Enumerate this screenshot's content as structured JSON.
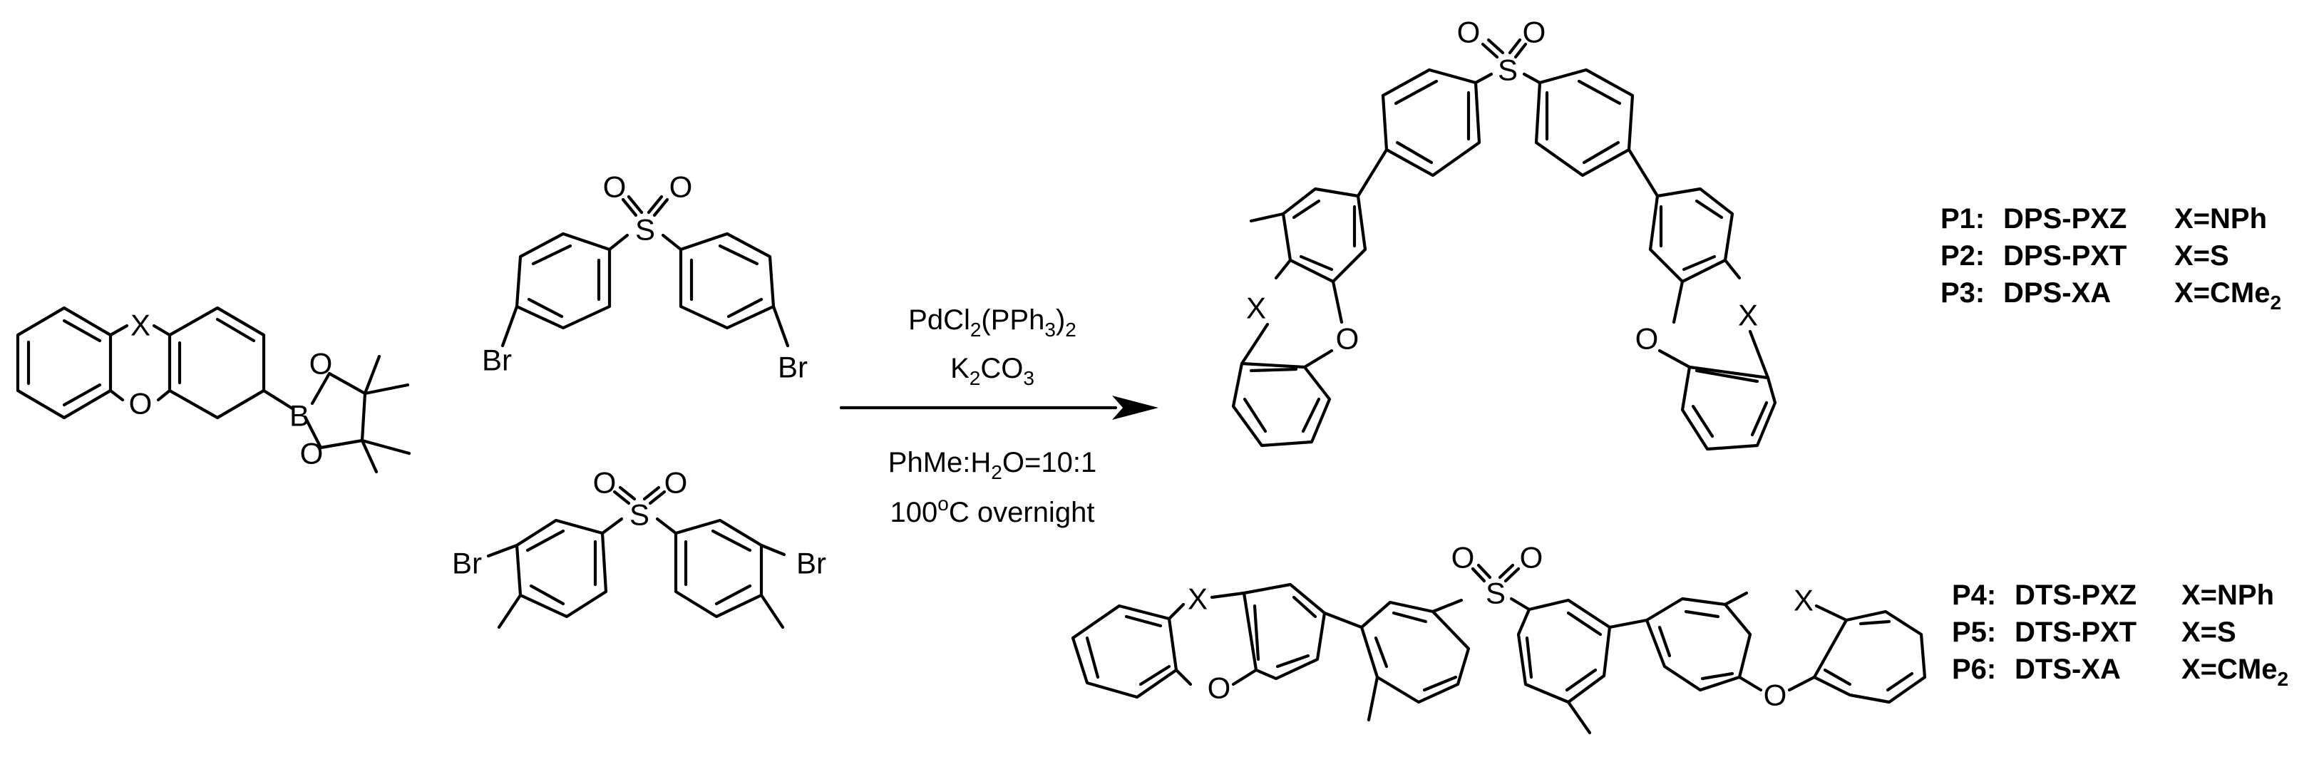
{
  "atoms": {
    "X": "X",
    "O": "O",
    "B": "B",
    "S": "S",
    "Br": "Br"
  },
  "conditions": {
    "catalyst": "PdCl2(PPh3)2",
    "base": "K2CO3",
    "solvent": "PhMe:H2O=10:1",
    "temp": "100oC overnight"
  },
  "products_top": [
    {
      "code": "P1:",
      "name": "DPS-PXZ",
      "x": "X=NPh"
    },
    {
      "code": "P2:",
      "name": "DPS-PXT",
      "x": "X=S"
    },
    {
      "code": "P3:",
      "name": "DPS-XA",
      "x": "X=CMe2"
    }
  ],
  "products_bottom": [
    {
      "code": "P4:",
      "name": "DTS-PXZ",
      "x": "X=NPh"
    },
    {
      "code": "P5:",
      "name": "DTS-PXT",
      "x": "X=S"
    },
    {
      "code": "P6:",
      "name": "DTS-XA",
      "x": "X=CMe2"
    }
  ]
}
